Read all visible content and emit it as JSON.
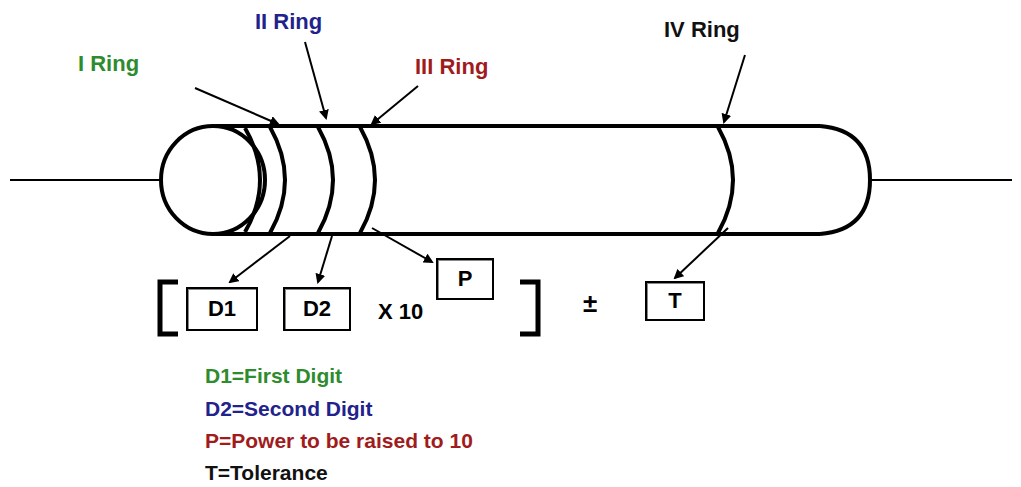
{
  "diagram": {
    "nodes": [
      {
        "text": [
          "D1"
        ]
      },
      {
        "text": [
          "D2"
        ]
      },
      {
        "text": [
          "P"
        ]
      },
      {
        "text": [
          "T"
        ]
      }
    ],
    "labels": [
      "I Ring",
      "II Ring",
      "III Ring",
      "IV Ring",
      "X 10",
      "±",
      "D1=First Digit",
      "D2=Second Digit",
      "P=Power to be raised to 10",
      "T=Tolerance"
    ]
  }
}
